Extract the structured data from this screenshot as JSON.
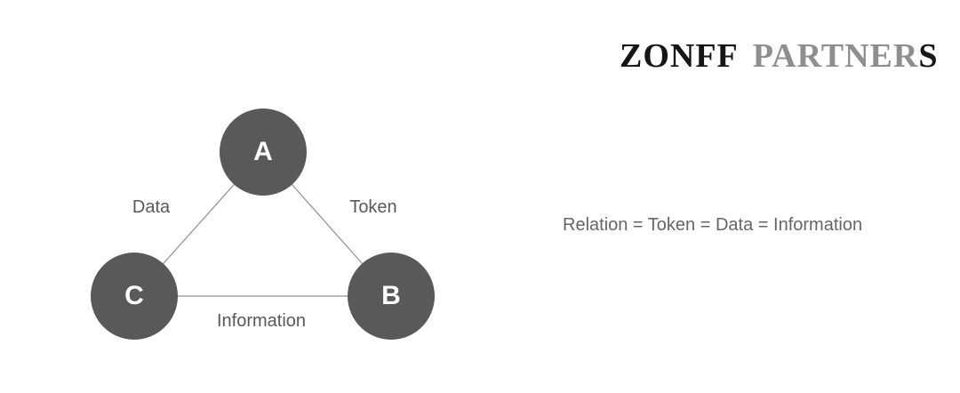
{
  "page": {
    "background_color": "#ffffff"
  },
  "logo": {
    "zonff": "ZONFF",
    "partner": "PARTNER",
    "s": "S",
    "color_primary": "#161616",
    "color_secondary": "#8e8e8e"
  },
  "diagram": {
    "type": "triangle-node-diagram",
    "nodes": [
      {
        "id": "A",
        "label": "A",
        "position": "top"
      },
      {
        "id": "B",
        "label": "B",
        "position": "bottom-right"
      },
      {
        "id": "C",
        "label": "C",
        "position": "bottom-left"
      }
    ],
    "edges": [
      {
        "from": "A",
        "to": "C",
        "label": "Data"
      },
      {
        "from": "A",
        "to": "B",
        "label": "Token"
      },
      {
        "from": "C",
        "to": "B",
        "label": "Information"
      }
    ],
    "node_color": "#595959",
    "node_text_color": "#ffffff",
    "line_color": "#8f8f8f",
    "label_color": "#595959"
  },
  "caption": {
    "text": "Relation = Token = Data = Information",
    "color": "#666666"
  }
}
